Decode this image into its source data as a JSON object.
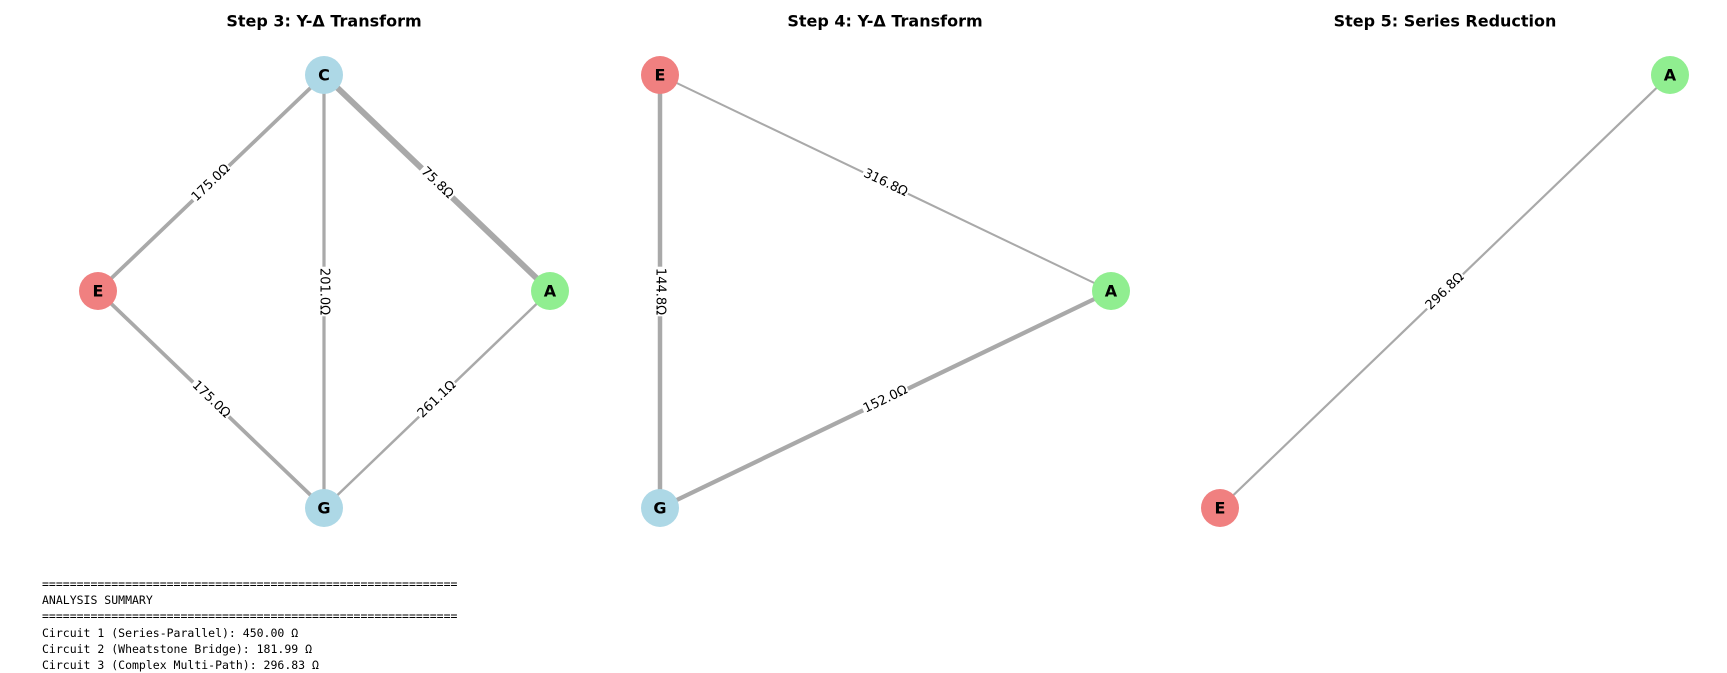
{
  "colors": {
    "edge": "#a9a9a9",
    "node_E": "#f08080",
    "node_A": "#90ee90",
    "node_C": "#add8e6",
    "node_G": "#add8e6"
  },
  "panels": [
    {
      "title": "Step 3: Y-Δ Transform",
      "nodes": [
        {
          "id": "C",
          "color": "#add8e6"
        },
        {
          "id": "E",
          "color": "#f08080"
        },
        {
          "id": "A",
          "color": "#90ee90"
        },
        {
          "id": "G",
          "color": "#add8e6"
        }
      ],
      "edges": [
        {
          "from": "C",
          "to": "E",
          "label": "175.0Ω",
          "resistance": 175.0
        },
        {
          "from": "C",
          "to": "A",
          "label": "75.8Ω",
          "resistance": 75.8
        },
        {
          "from": "C",
          "to": "G",
          "label": "201.0Ω",
          "resistance": 201.0
        },
        {
          "from": "E",
          "to": "G",
          "label": "175.0Ω",
          "resistance": 175.0
        },
        {
          "from": "A",
          "to": "G",
          "label": "261.1Ω",
          "resistance": 261.1
        }
      ]
    },
    {
      "title": "Step 4: Y-Δ Transform",
      "nodes": [
        {
          "id": "E",
          "color": "#f08080"
        },
        {
          "id": "A",
          "color": "#90ee90"
        },
        {
          "id": "G",
          "color": "#add8e6"
        }
      ],
      "edges": [
        {
          "from": "E",
          "to": "G",
          "label": "144.8Ω",
          "resistance": 144.8
        },
        {
          "from": "E",
          "to": "A",
          "label": "316.8Ω",
          "resistance": 316.8
        },
        {
          "from": "A",
          "to": "G",
          "label": "152.0Ω",
          "resistance": 152.0
        }
      ]
    },
    {
      "title": "Step 5: Series Reduction",
      "nodes": [
        {
          "id": "A",
          "color": "#90ee90"
        },
        {
          "id": "E",
          "color": "#f08080"
        }
      ],
      "edges": [
        {
          "from": "E",
          "to": "A",
          "label": "296.8Ω",
          "resistance": 296.8
        }
      ]
    }
  ],
  "summary": {
    "rule": "============================================================",
    "heading": "ANALYSIS SUMMARY",
    "lines": [
      "Circuit 1 (Series-Parallel): 450.00 Ω",
      "Circuit 2 (Wheatstone Bridge): 181.99 Ω",
      "Circuit 3 (Complex Multi-Path): 296.83 Ω"
    ]
  }
}
